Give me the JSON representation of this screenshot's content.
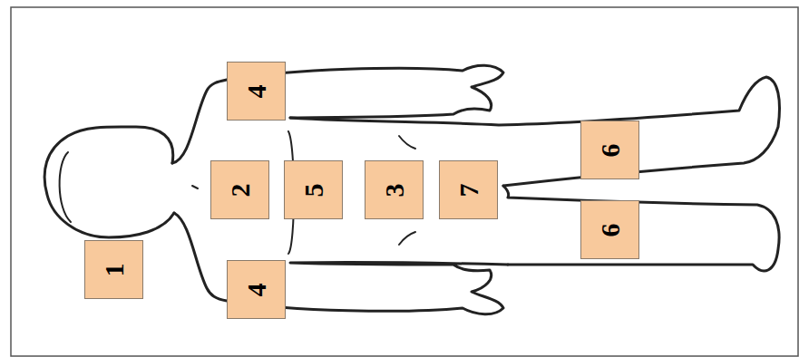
{
  "diagram": {
    "nodes": [
      {
        "text": [
          "1"
        ]
      },
      {
        "text": [
          "2"
        ]
      },
      {
        "text": [
          "4"
        ]
      },
      {
        "text": [
          "4"
        ]
      },
      {
        "text": [
          "5"
        ]
      },
      {
        "text": [
          "3"
        ]
      },
      {
        "text": [
          "7"
        ]
      },
      {
        "text": [
          "6"
        ]
      },
      {
        "text": [
          "6"
        ]
      }
    ]
  }
}
